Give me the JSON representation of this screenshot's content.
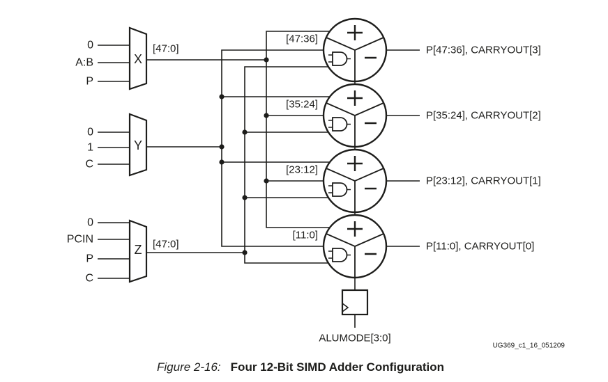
{
  "diagram": {
    "muxes": [
      {
        "name": "X",
        "inputs": [
          "0",
          "A:B",
          "P"
        ],
        "output_bus": "[47:0]"
      },
      {
        "name": "Y",
        "inputs": [
          "0",
          "1",
          "C"
        ],
        "output_bus": ""
      },
      {
        "name": "Z",
        "inputs": [
          "0",
          "PCIN",
          "P",
          "C"
        ],
        "output_bus": "[47:0]"
      }
    ],
    "alus": [
      {
        "slice": "[47:36]",
        "output": "P[47:36], CARRYOUT[3]"
      },
      {
        "slice": "[35:24]",
        "output": "P[35:24], CARRYOUT[2]"
      },
      {
        "slice": "[23:12]",
        "output": "P[23:12], CARRYOUT[1]"
      },
      {
        "slice": "[11:0]",
        "output": "P[11:0], CARRYOUT[0]"
      }
    ],
    "alu_symbols": {
      "add": "+",
      "subtract": "−",
      "logic": "and-gate"
    },
    "register": {
      "input_label": "ALUMODE[3:0]"
    },
    "watermark": "UG369_c1_16_051209"
  },
  "caption": {
    "figure_label": "Figure 2-16:",
    "title": "Four 12-Bit SIMD Adder Configuration"
  },
  "colors": {
    "line": "#1d1d1b",
    "background": "#ffffff"
  }
}
